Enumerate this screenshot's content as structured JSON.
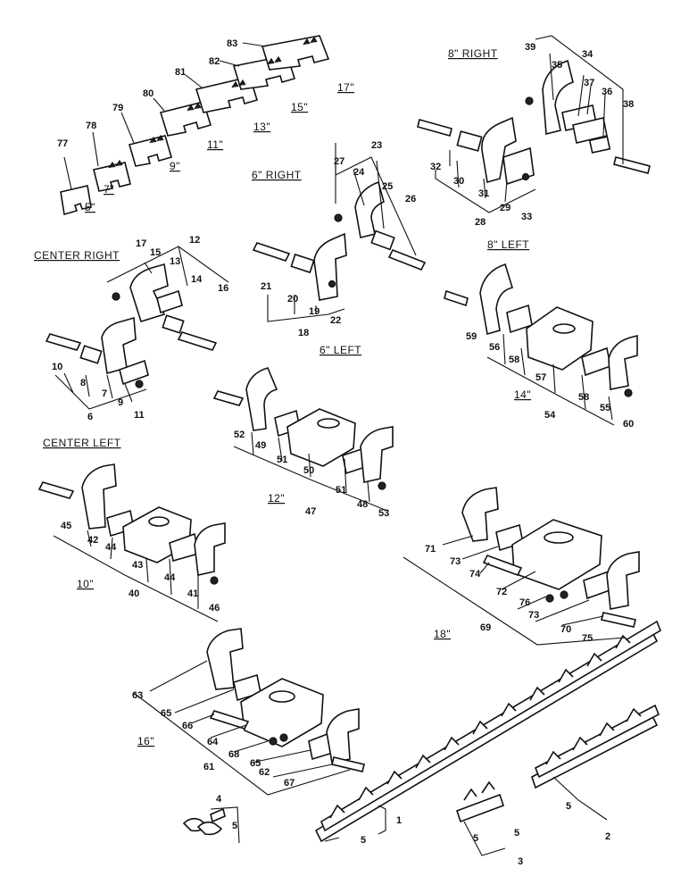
{
  "labels": {
    "size_5": "5\"",
    "size_7": "7\"",
    "size_9": "9\"",
    "size_11": "11\"",
    "size_13": "13\"",
    "size_15": "15\"",
    "size_17": "17\"",
    "eight_right": "8\" RIGHT",
    "eight_left": "8\" LEFT",
    "six_right": "6\" RIGHT",
    "six_left": "6\" LEFT",
    "center_right": "CENTER RIGHT",
    "center_left": "CENTER LEFT",
    "size_14": "14\"",
    "size_12": "12\"",
    "size_10": "10\"",
    "size_18": "18\"",
    "size_16": "16\""
  },
  "callouts": [
    "1",
    "2",
    "3",
    "4",
    "5",
    "6",
    "7",
    "8",
    "9",
    "10",
    "11",
    "12",
    "13",
    "14",
    "15",
    "16",
    "17",
    "18",
    "19",
    "20",
    "21",
    "22",
    "23",
    "24",
    "25",
    "26",
    "27",
    "28",
    "29",
    "30",
    "31",
    "32",
    "33",
    "34",
    "35",
    "36",
    "37",
    "38",
    "39",
    "40",
    "41",
    "42",
    "43",
    "44",
    "45",
    "46",
    "47",
    "48",
    "49",
    "50",
    "51",
    "52",
    "53",
    "54",
    "55",
    "56",
    "57",
    "58",
    "59",
    "60",
    "61",
    "62",
    "63",
    "64",
    "65",
    "66",
    "67",
    "68",
    "69",
    "70",
    "71",
    "72",
    "73",
    "74",
    "75",
    "76",
    "77",
    "78",
    "79",
    "80",
    "81",
    "82",
    "83"
  ]
}
